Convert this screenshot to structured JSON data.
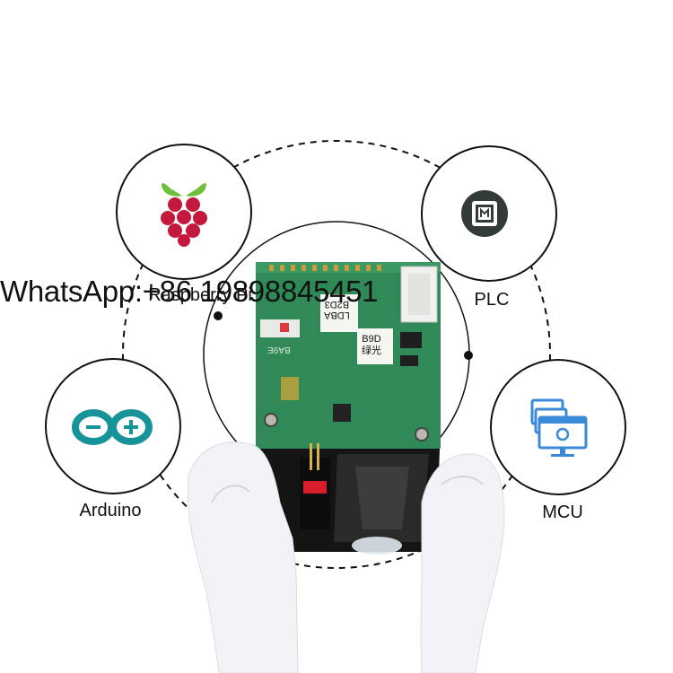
{
  "labels": {
    "raspberry_pi": "Raspberry Pi",
    "plc": "PLC",
    "arduino": "Arduino",
    "mcu": "MCU"
  },
  "watermark": "WhatsApp:+86 19898845451",
  "chips": {
    "chip_a_line1": "LDBA",
    "chip_a_line2": "B2D3",
    "chip_b_line1": "B9D",
    "chip_b_line2": "绿光"
  },
  "pcb_mark": "BA9E",
  "colors": {
    "pcb_green": "#2f8a57",
    "raspberry_red": "#c4183c",
    "leaf_green": "#6fbf3a",
    "arduino_teal": "#17939a",
    "mcu_blue": "#3a8ad8",
    "plc_dark": "#333b3a"
  },
  "icons": {
    "raspberry_pi": "raspberry-pi-icon",
    "plc": "plc-chip-icon",
    "arduino": "arduino-icon",
    "mcu": "mcu-monitors-icon"
  }
}
